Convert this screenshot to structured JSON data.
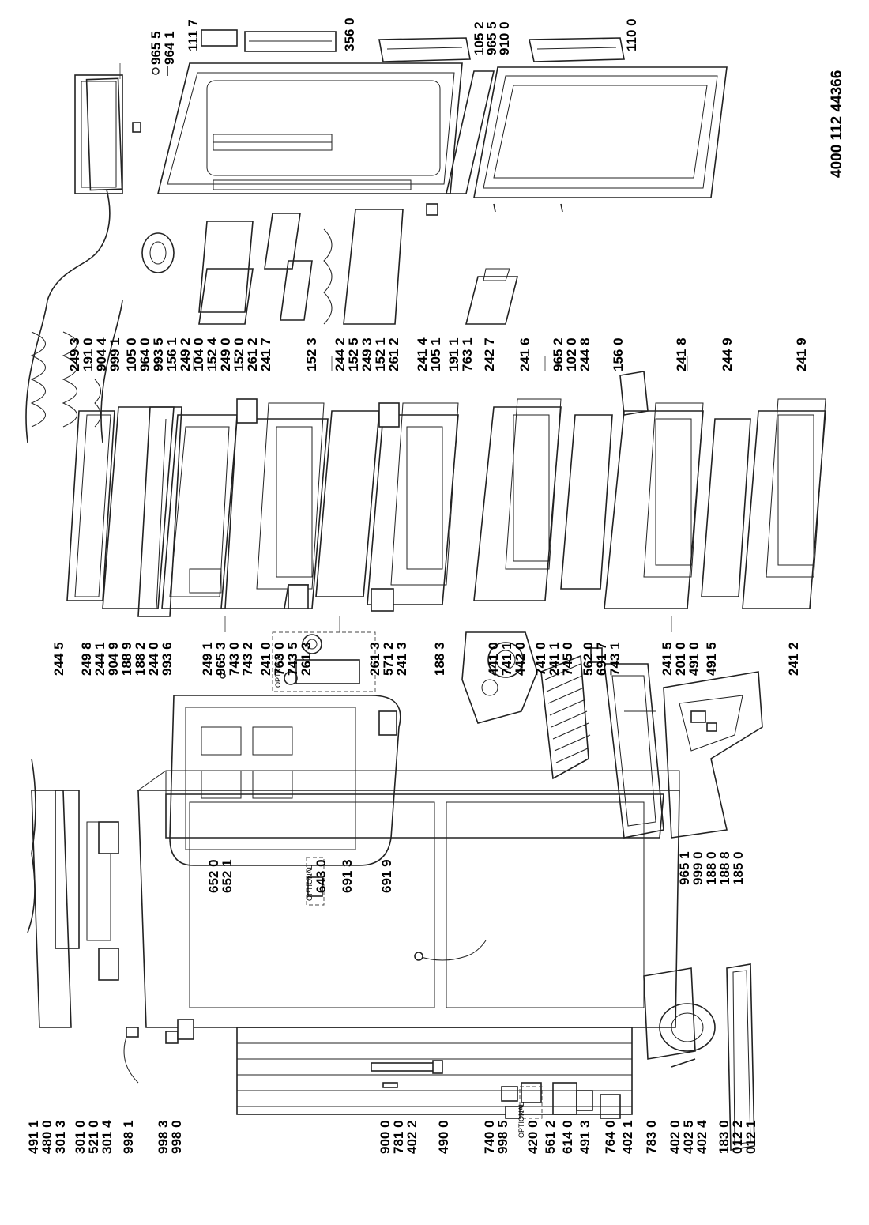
{
  "document_code": "4000 112 44366",
  "optional_text": "OPTIONAL",
  "labels": {
    "l491_1": "491 1",
    "l480_0": "480 0",
    "l301_3": "301 3",
    "l301_0": "301 0",
    "l521_0": "521 0",
    "l301_4": "301 4",
    "l998_1": "998 1",
    "l998_3": "998 3",
    "l998_0": "998 0",
    "l900_0": "900 0",
    "l781_0": "781 0",
    "l402_2a": "402 2",
    "l490_0": "490 0",
    "l740_0": "740 0",
    "l998_5": "998 5",
    "l420_0": "420 0",
    "l561_2": "561 2",
    "l614_0": "614 0",
    "l491_3": "491 3",
    "l764_0": "764 0",
    "l402_1": "402 1",
    "l783_0": "783 0",
    "l402_0": "402 0",
    "l402_5": "402 5",
    "l402_4": "402 4",
    "l183_0": "183 0",
    "l012_2": "012 2",
    "l012_1": "012 1",
    "l965_1": "965 1",
    "l999_0": "999 0",
    "l188_0": "188 0",
    "l188_8": "188 8",
    "l185_0": "185 0",
    "l652_0": "652 0",
    "l652_1": "652 1",
    "l643_0": "643 0",
    "l691_3": "691 3",
    "l691_9": "691 9",
    "l244_5": "244 5",
    "l249_8": "249 8",
    "l244_1": "244 1",
    "l904_9": "904 9",
    "l188_9": "188 9",
    "l188_2": "188 2",
    "l244_0": "244 0",
    "l993_6": "993 6",
    "l249_1": "249 1",
    "l965_3": "965 3",
    "l743_0": "743 0",
    "l743_2": "743 2",
    "l241_0": "241 0",
    "l763_0": "763 0",
    "l743_5": "743 5",
    "l261_3a": "261 3",
    "l261_3b": "261 3",
    "l571_2": "571 2",
    "l241_3": "241 3",
    "l188_3": "188 3",
    "l441_0": "441 0",
    "l741_1": "741 1",
    "l442_0": "442 0",
    "l741_0": "741 0",
    "l241_1": "241 1",
    "l745_0": "745 0",
    "l562_0": "562 0",
    "l691_7": "691 7",
    "l743_1": "743 1",
    "l241_5": "241 5",
    "l201_0": "201 0",
    "l491_0": "491 0",
    "l491_5": "491 5",
    "l241_2": "241 2",
    "l249_3a": "249 3",
    "l191_0": "191 0",
    "l904_4": "904 4",
    "l999_1": "999 1",
    "l105_0": "105 0",
    "l964_0": "964 0",
    "l993_5": "993 5",
    "l156_1": "156 1",
    "l249_2": "249 2",
    "l104_0": "104 0",
    "l152_4": "152 4",
    "l249_0": "249 0",
    "l152_0": "152 0",
    "l261_2a": "261 2",
    "l241_7": "241 7",
    "l152_3": "152 3",
    "l244_2": "244 2",
    "l152_5": "152 5",
    "l249_3b": "249 3",
    "l152_1": "152 1",
    "l261_2b": "261 2",
    "l241_4": "241 4",
    "l105_1": "105 1",
    "l191_1": "191 1",
    "l763_1": "763 1",
    "l242_7": "242 7",
    "l241_6": "241 6",
    "l965_2": "965 2",
    "l102_0": "102 0",
    "l244_8": "244 8",
    "l156_0": "156 0",
    "l241_8": "241 8",
    "l244_9": "244 9",
    "l241_9": "241 9",
    "l965_5a": "965 5",
    "l964_1": "964 1",
    "l111_7": "111 7",
    "l356_0": "356 0",
    "l105_2": "105 2",
    "l965_5b": "965 5",
    "l910_0": "910 0",
    "l110_0": "110 0"
  }
}
